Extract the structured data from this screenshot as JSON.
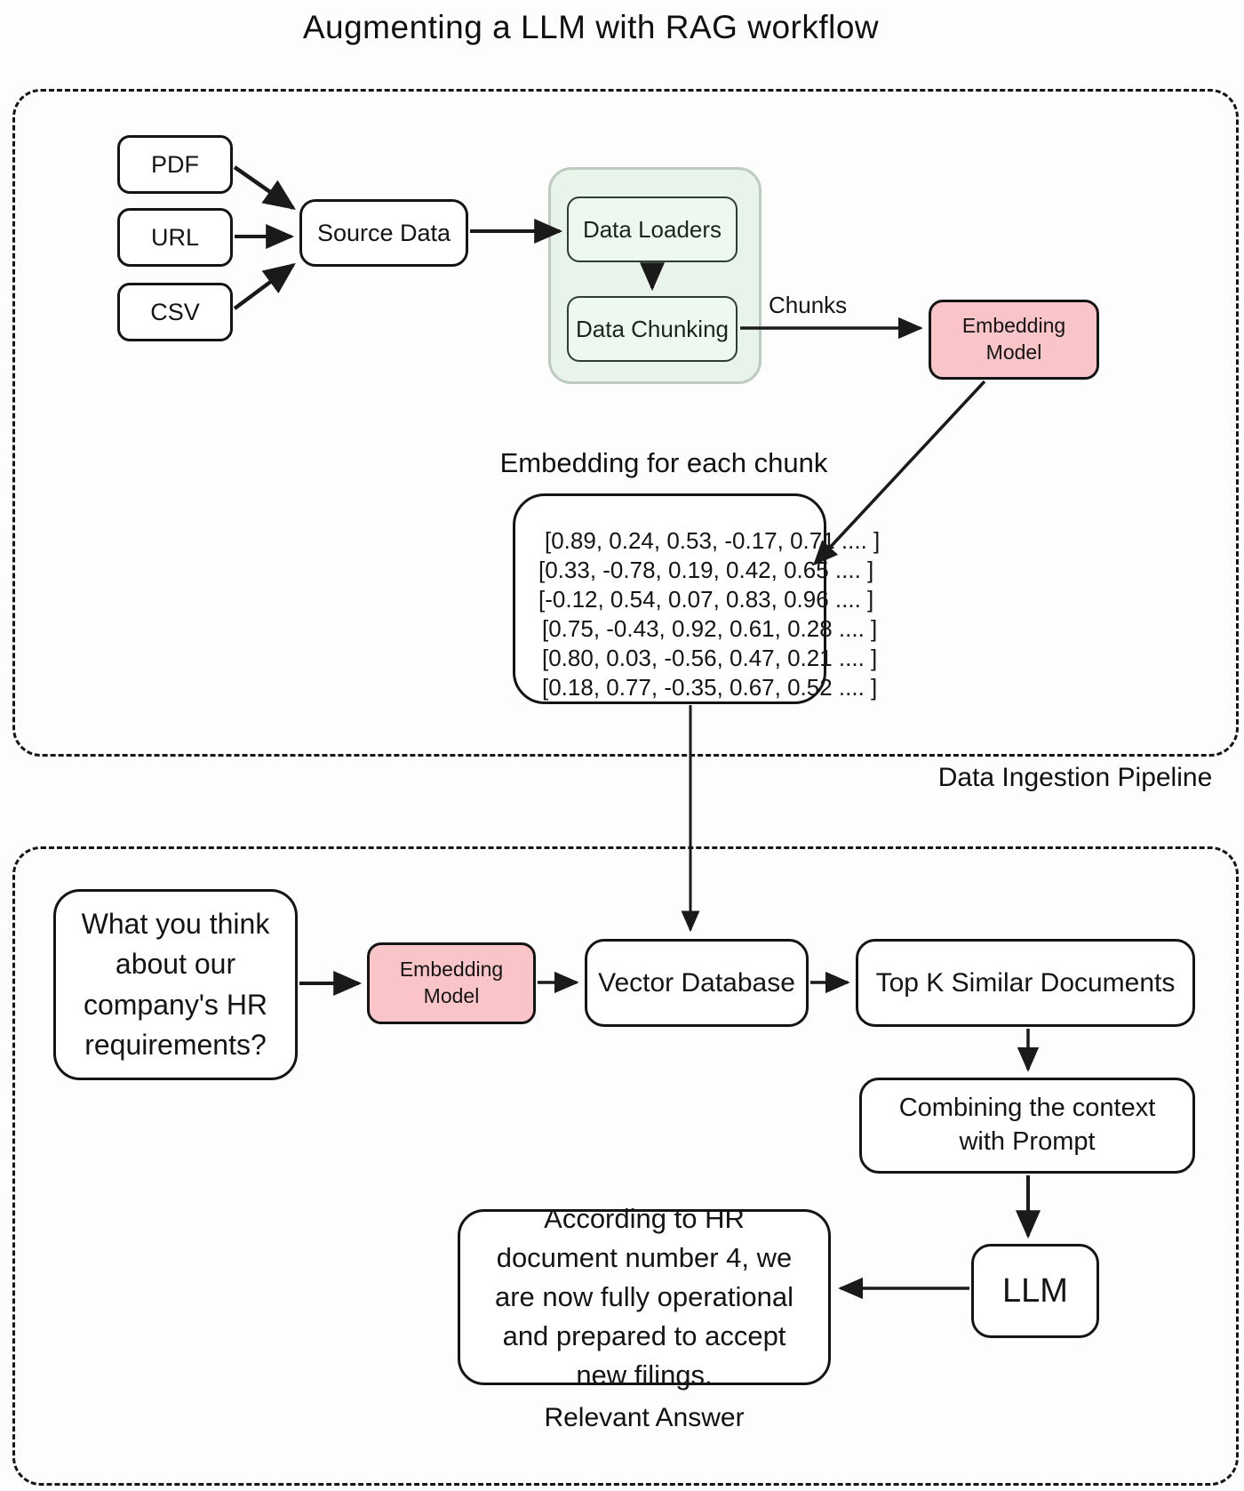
{
  "title": "Augmenting a LLM with RAG workflow",
  "colors": {
    "pink": "#f9c5c9",
    "green_fill": "#e8f4ea",
    "green_border": "#bccabf",
    "green_inner": "#edf8f0",
    "green_inner_border": "#2c3e33"
  },
  "ingestion": {
    "label": "Data Ingestion Pipeline",
    "sources": [
      "PDF",
      "URL",
      "CSV"
    ],
    "source_data": "Source Data",
    "data_loaders": "Data Loaders",
    "data_chunking": "Data Chunking",
    "chunks_label": "Chunks",
    "embedding_model": "Embedding Model",
    "embedding_box": {
      "title": "Embedding for each chunk",
      "lines": [
        "[0.89, 0.24, 0.53, -0.17, 0.71 .... ]",
        "[0.33, -0.78, 0.19, 0.42, 0.65 .... ]",
        "[-0.12, 0.54, 0.07, 0.83, 0.96 .... ]",
        "[0.75, -0.43, 0.92, 0.61, 0.28 .... ]",
        "[0.80, 0.03, -0.56, 0.47, 0.21 .... ]",
        "[0.18, 0.77, -0.35, 0.67, 0.52 .... ]"
      ]
    }
  },
  "retrieval": {
    "query": "What you think about our company's HR requirements?",
    "embedding_model": "Embedding Model",
    "vector_database": "Vector Database",
    "top_k": "Top K Similar Documents",
    "combining": "Combining the context with Prompt",
    "llm": "LLM",
    "answer": "According to HR document number 4, we are now fully operational and prepared to accept new filings.",
    "answer_label": "Relevant Answer"
  }
}
